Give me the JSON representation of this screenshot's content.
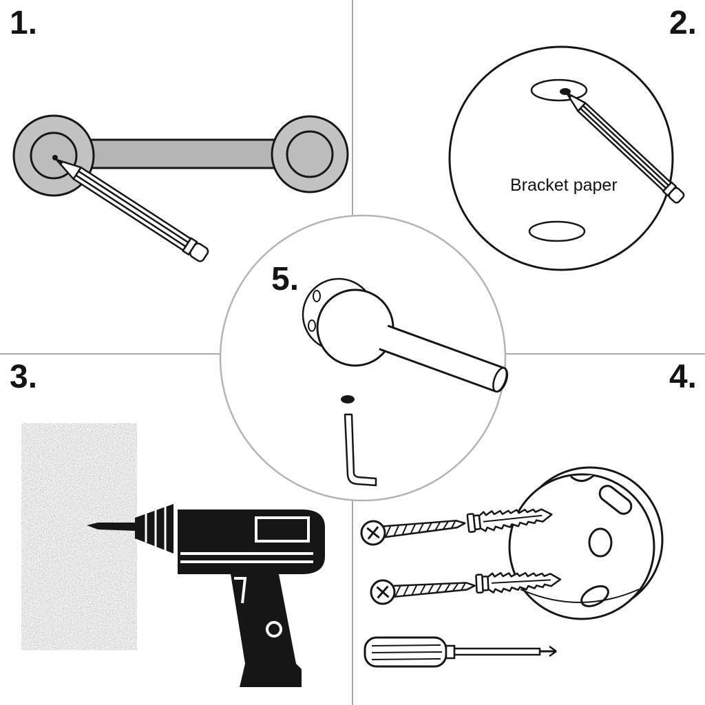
{
  "colors": {
    "stroke": "#161616",
    "metal_gray": "#c2c2c2",
    "bar_gray": "#b5b5b5",
    "divider": "#a8a8a8",
    "circle_border": "#b4b4b4",
    "background": "#ffffff"
  },
  "steps": [
    {
      "label": "1.",
      "illustration": "towel-bar-pencil-marking"
    },
    {
      "label": "2.",
      "illustration": "bracket-paper-template-pencil",
      "annotation": "Bracket paper"
    },
    {
      "label": "3.",
      "illustration": "drill-into-wall"
    },
    {
      "label": "4.",
      "illustration": "bracket-screws-anchors-screwdriver"
    },
    {
      "label": "5.",
      "illustration": "tighten-bar-with-hex-key"
    }
  ]
}
